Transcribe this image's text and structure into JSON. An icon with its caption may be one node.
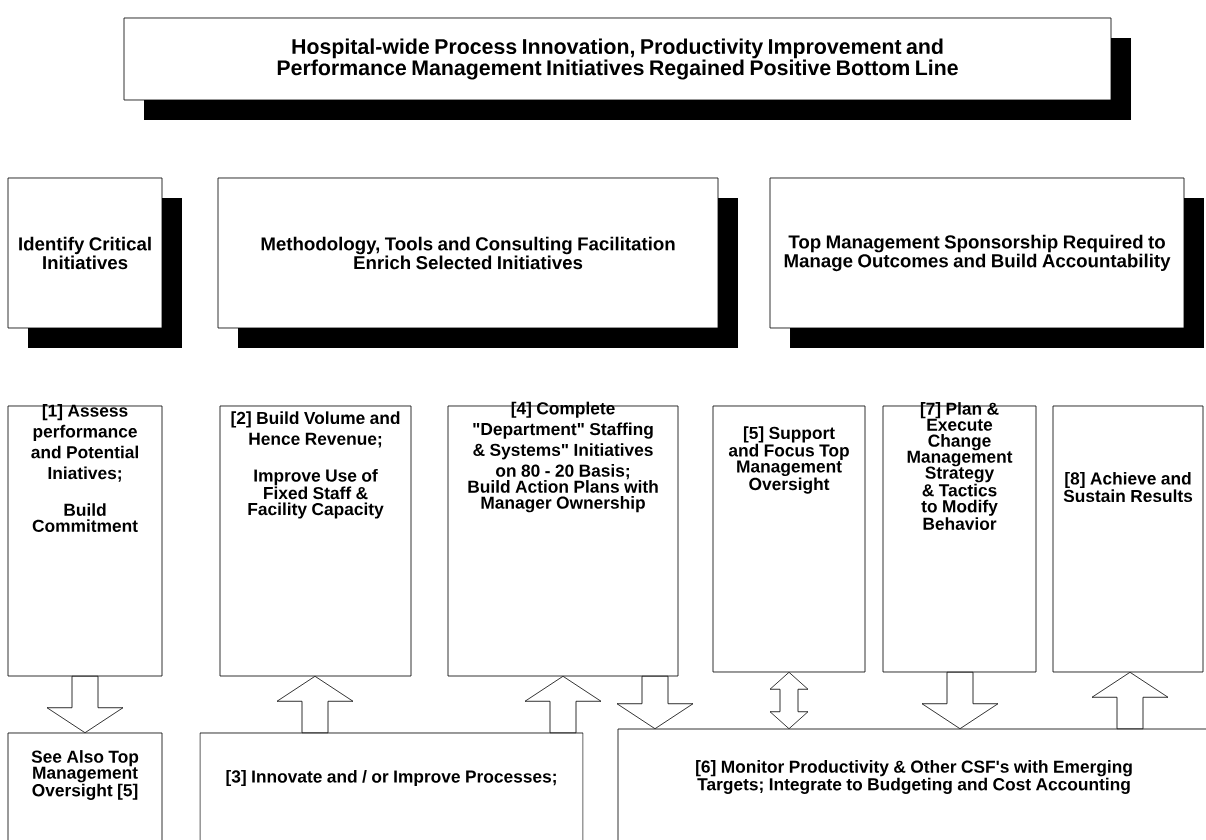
{
  "diagram": {
    "nodes": [
      {
        "text": [
          "Hospital-wide Process Innovation, Productivity Improvement and Performance Management Initiatives Regained Positive Bottom Line"
        ]
      },
      {
        "text": [
          "Identify Critical Initiatives"
        ]
      },
      {
        "text": [
          "Methodology, Tools and Consulting Facilitation",
          "Enrich Selected Initiatives"
        ]
      },
      {
        "text": [
          "Top Management Sponsorship Required to Manage Outcomes and Build Accountability"
        ]
      },
      {
        "text": [
          "[1] Assess performance and Potential Iniatives;",
          "Build Commitment"
        ]
      },
      {
        "text": [
          "[2] Build Volume and Hence Revenue;",
          "Improve Use of Fixed Staff & Facility Capacity"
        ]
      },
      {
        "text": [
          "[4] Complete \"Department\" Staffing & Systems\" Initiatives on 80 - 20 Basis;",
          "Build Action Plans with Manager Ownership"
        ]
      },
      {
        "text": [
          "[5] Support and Focus Top Management Oversight"
        ]
      },
      {
        "text": [
          "[7] Plan & Execute Change Management Strategy & Tactics to Modify Behavior"
        ]
      },
      {
        "text": [
          "[8] Achieve and Sustain Results"
        ]
      },
      {
        "text": [
          "See Also Top Management Oversight [5]"
        ]
      },
      {
        "text": [
          "[3] Innovate and / or Improve Processes;"
        ]
      },
      {
        "text": [
          "[6] Monitor Productivity & Other CSF's with Emerging Targets; Integrate to Budgeting and Cost Accounting"
        ]
      }
    ],
    "edges": [
      {
        "from": 4,
        "to": 10,
        "arrow": "to"
      },
      {
        "from": 11,
        "to": 5,
        "arrow": "to"
      },
      {
        "from": 11,
        "to": 6,
        "arrow": "to"
      },
      {
        "from": 6,
        "to": 12,
        "arrow": "to"
      },
      {
        "from": 7,
        "to": 12,
        "arrow": "both"
      },
      {
        "from": 8,
        "to": 12,
        "arrow": "to"
      },
      {
        "from": 12,
        "to": 9,
        "arrow": "to"
      }
    ]
  }
}
